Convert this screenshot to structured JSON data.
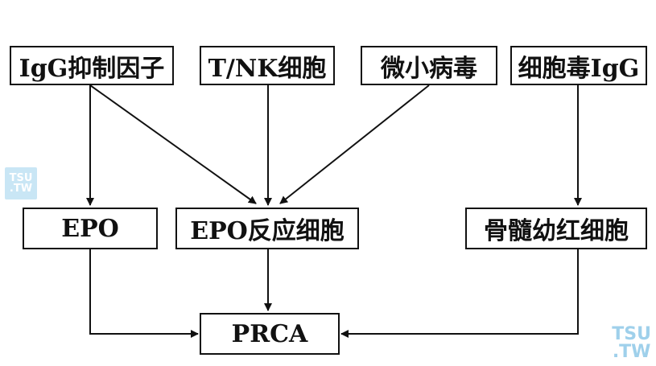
{
  "nodes": {
    "igg_inhibitor": "IgG抑制因子",
    "tnk_cells": "T/NK细胞",
    "parvovirus": "微小病毒",
    "cytotoxic_igg": "细胞毒IgG",
    "epo": "EPO",
    "epo_responsive_cells": "EPO反应细胞",
    "erythroblasts": "骨髓幼红细胞",
    "prca": "PRCA"
  },
  "watermark": {
    "line1": "TSU",
    "line2": ".TW"
  }
}
